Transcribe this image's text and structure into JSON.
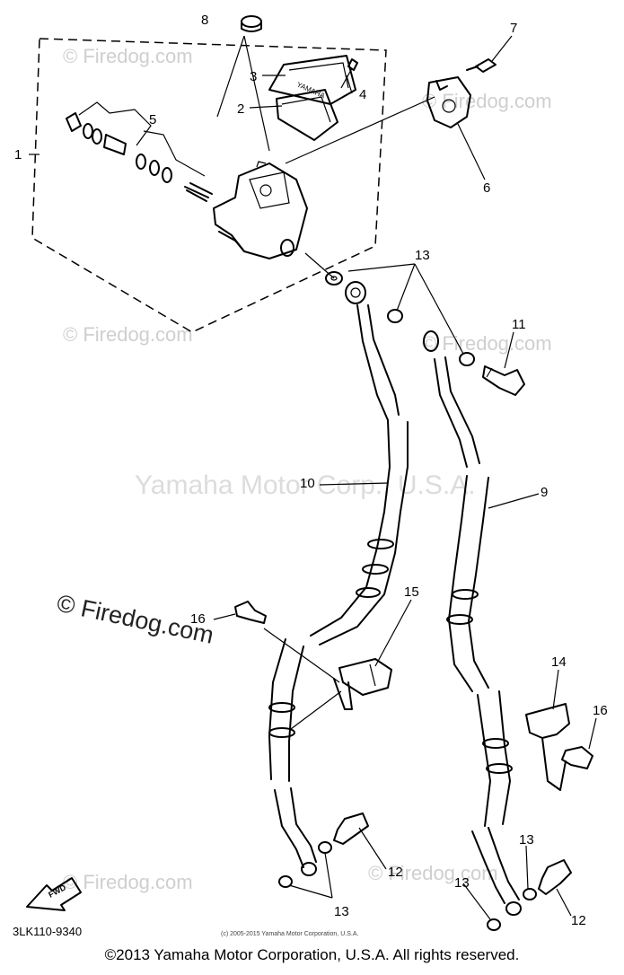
{
  "watermarks": {
    "firedog_small": "© Firedog.com",
    "firedog_large": "© Firedog.com",
    "center": "Yamaha Motor Corp., U.S.A."
  },
  "diagram": {
    "code": "3LK110-9340",
    "fwd": "FWD",
    "small_copyright": "(c) 2005-2015 Yamaha Motor Corporation, U.S.A.",
    "callouts": {
      "c1": "1",
      "c2": "2",
      "c3": "3",
      "c4": "4",
      "c5": "5",
      "c6": "6",
      "c7": "7",
      "c8": "8",
      "c9": "9",
      "c10": "10",
      "c11": "11",
      "c12a": "12",
      "c12b": "12",
      "c13a": "13",
      "c13b": "13",
      "c13c": "13",
      "c13d": "13",
      "c14": "14",
      "c15": "15",
      "c16a": "16",
      "c16b": "16"
    }
  },
  "footer": {
    "copyright": "©2013 Yamaha Motor Corporation, U.S.A. All rights reserved."
  }
}
